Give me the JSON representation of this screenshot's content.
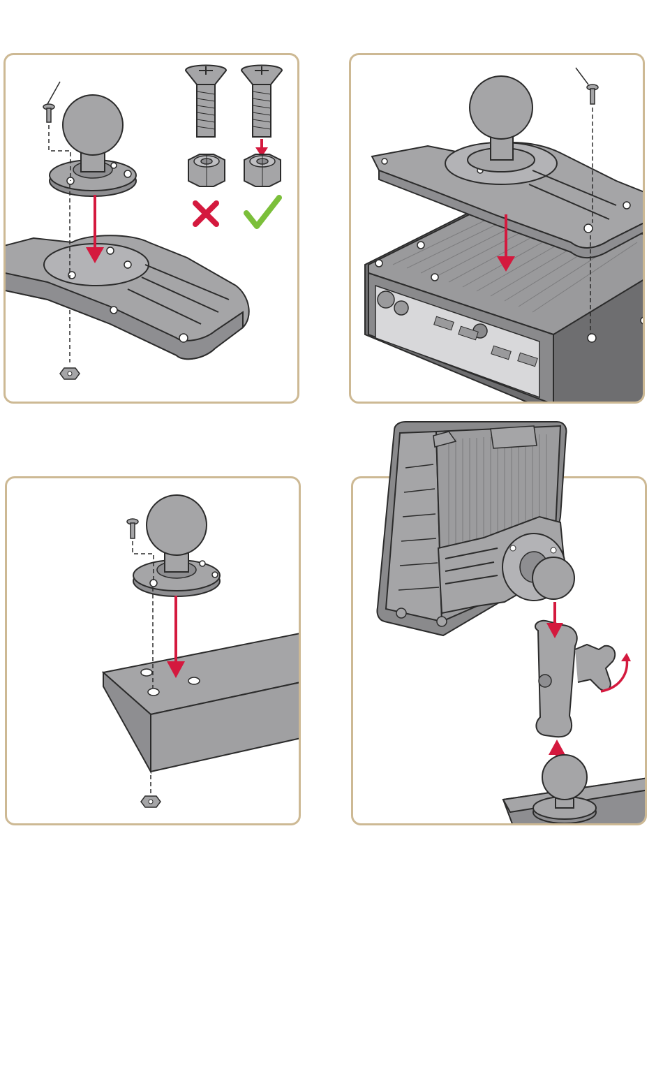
{
  "colors": {
    "panel_border": "#cdb994",
    "metal": "#a5a5a7",
    "metal_dark": "#8e8e91",
    "metal_light": "#bfbfc2",
    "outline": "#2b2b2b",
    "arrow_red": "#d4193e",
    "check_green": "#7bbf3a",
    "x_red": "#d4193e"
  },
  "icons": {
    "wrong_choice": "x-mark-icon",
    "right_choice": "check-mark-icon",
    "direction": "arrow-icon",
    "rotation": "curved-arrow-icon"
  },
  "panels": [
    {
      "id": "attach-ball-to-mounting-plate"
    },
    {
      "id": "attach-plate-to-computer"
    },
    {
      "id": "attach-ball-to-vehicle-surface"
    },
    {
      "id": "connect-ram-arm"
    }
  ]
}
